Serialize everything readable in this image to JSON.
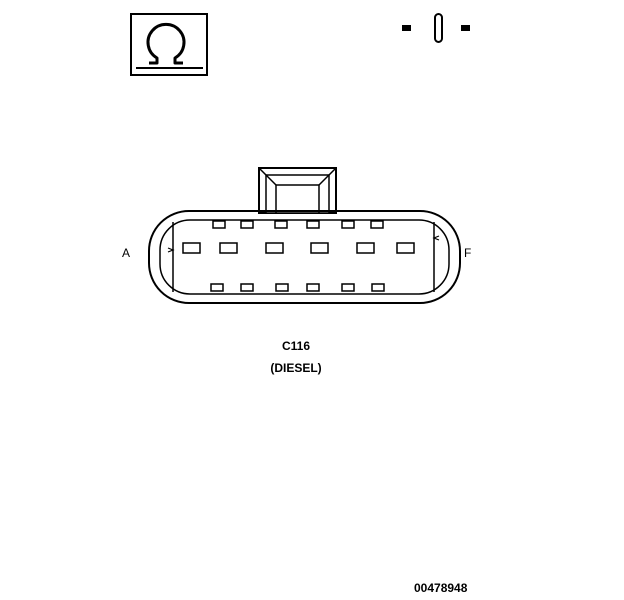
{
  "connector": {
    "name": "C116",
    "variant": "(DIESEL)",
    "pin_left_label": "A",
    "pin_right_label": "F",
    "top_row_cavities": 6,
    "middle_row_cavities": 6,
    "bottom_row_cavities": 6
  },
  "icons": {
    "ohm_symbol": "Ω",
    "terminal_icon": "terminal-pin-icon"
  },
  "figure_id": "00478948",
  "colors": {
    "line": "#000000",
    "background": "#ffffff"
  }
}
